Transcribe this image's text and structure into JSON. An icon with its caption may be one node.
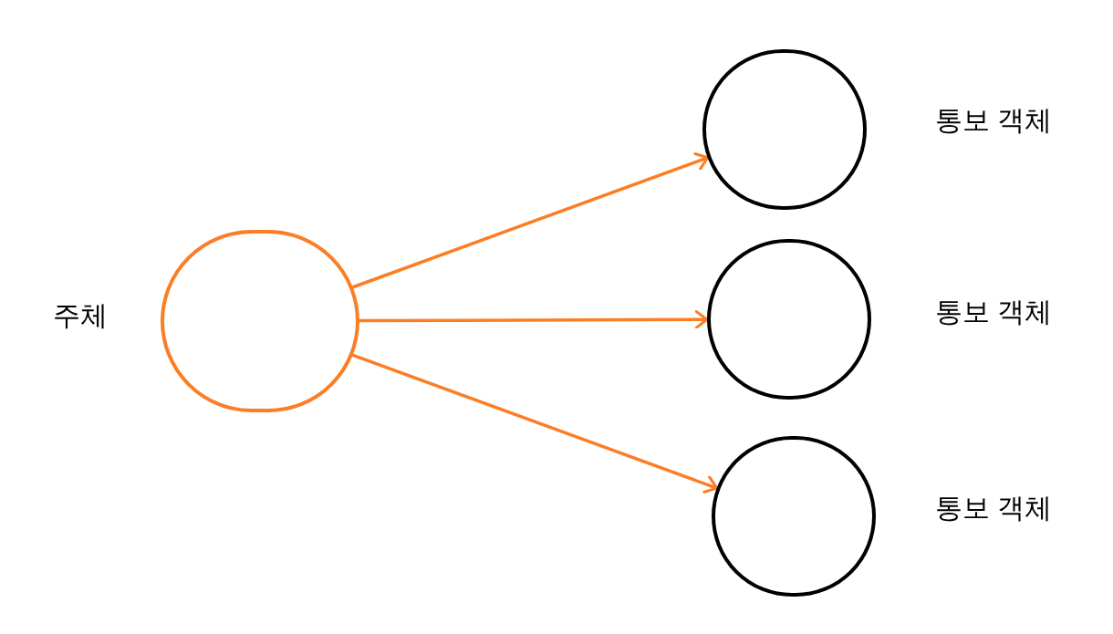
{
  "diagram": {
    "nodes": [
      {
        "text": [],
        "shape": "circle",
        "beside": [
          "주체"
        ]
      },
      {
        "text": [],
        "shape": "circle",
        "beside": [
          "통보 객체"
        ]
      },
      {
        "text": [],
        "shape": "circle",
        "beside": [
          "통보 객체"
        ]
      },
      {
        "text": [],
        "shape": "circle",
        "beside": [
          "통보 객체"
        ]
      }
    ],
    "edges": [
      {
        "from": 0,
        "to": 1,
        "arrow": "to"
      },
      {
        "from": 0,
        "to": 2,
        "arrow": "to"
      },
      {
        "from": 0,
        "to": 3,
        "arrow": "to"
      }
    ]
  }
}
